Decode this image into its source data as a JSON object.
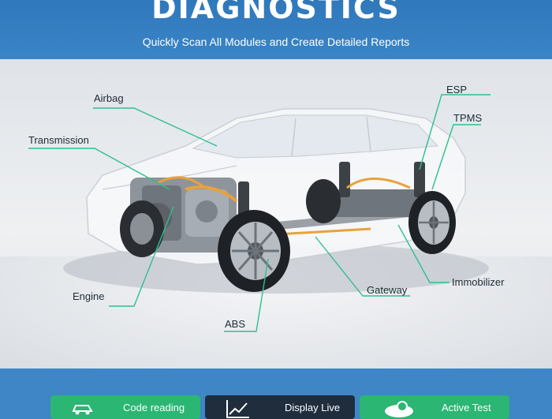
{
  "header": {
    "title": "DIAGNOSTICS",
    "subtitle": "Quickly Scan All Modules and Create Detailed Reports"
  },
  "callouts": {
    "airbag": "Airbag",
    "transmission": "Transmission",
    "engine": "Engine",
    "abs": "ABS",
    "gateway": "Gateway",
    "immobilizer": "Immobilizer",
    "esp": "ESP",
    "tpms": "TPMS"
  },
  "feature_buttons": [
    {
      "label": "Code reading",
      "icon": "car-scan-icon",
      "color": "#2bb673"
    },
    {
      "label": "Display Live",
      "icon": "live-graph-icon",
      "color": "#1f2d3d"
    },
    {
      "label": "Active Test",
      "icon": "active-test-icon",
      "color": "#2bb673"
    }
  ],
  "colors": {
    "brand_blue": "#3e86c6",
    "callout_line": "#2fbf8f",
    "accent_green": "#2bb673"
  }
}
